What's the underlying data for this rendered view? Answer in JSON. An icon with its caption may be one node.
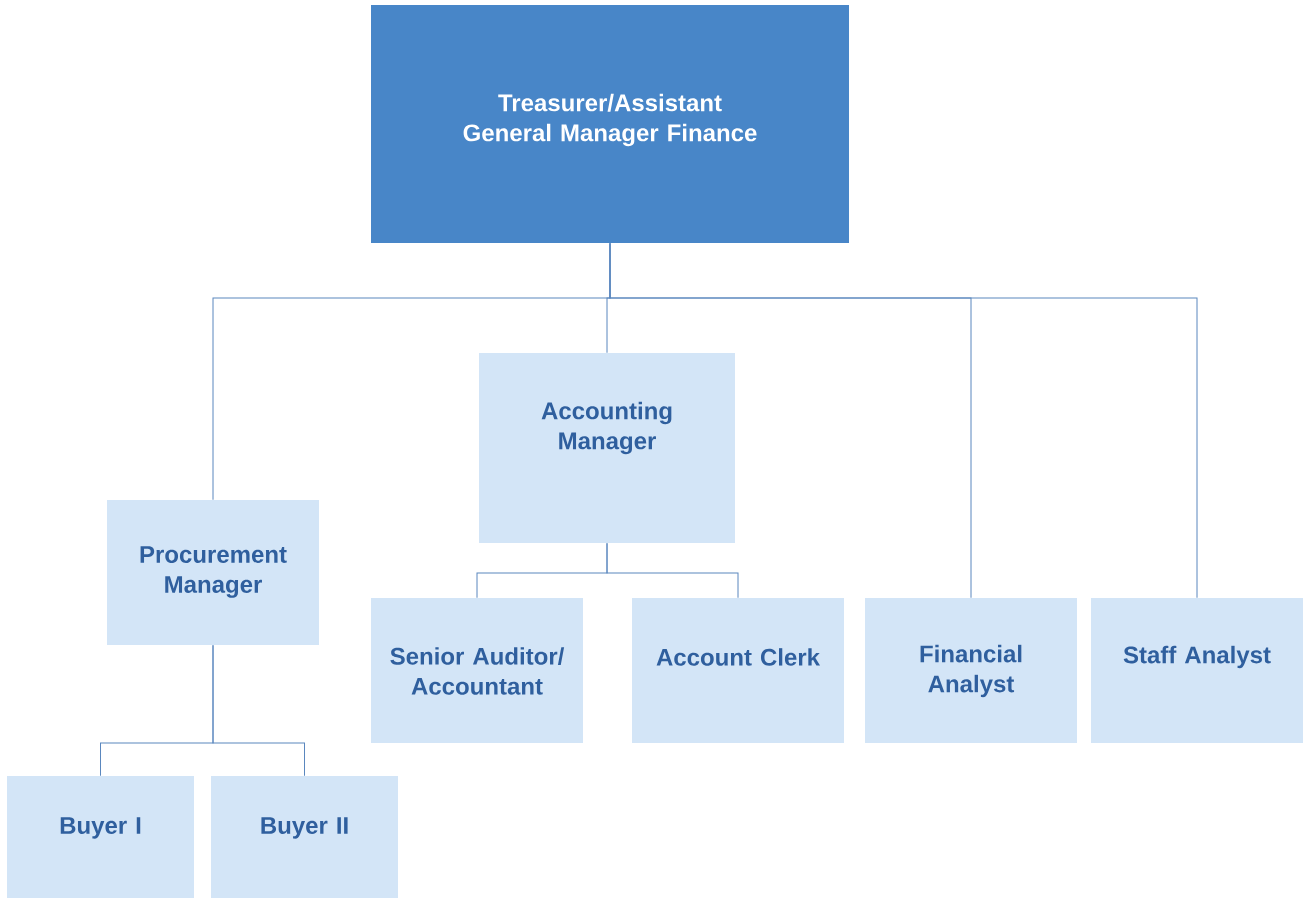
{
  "diagram": {
    "nodes": [
      {
        "text": [
          "Treasurer/Assistant General Manager Finance"
        ]
      },
      {
        "text": [
          "Accounting Manager"
        ]
      },
      {
        "text": [
          "Procurement Manager"
        ]
      },
      {
        "text": [
          "Senior Auditor/ Accountant"
        ]
      },
      {
        "text": [
          "Account Clerk"
        ]
      },
      {
        "text": [
          "Financial Analyst"
        ]
      },
      {
        "text": [
          "Staff Analyst"
        ]
      },
      {
        "text": [
          "Buyer I"
        ]
      },
      {
        "text": [
          "Buyer II"
        ]
      }
    ],
    "edges": [
      {
        "from": 0,
        "to": 2,
        "arrow": "none"
      },
      {
        "from": 0,
        "to": 1,
        "arrow": "none"
      },
      {
        "from": 0,
        "to": 5,
        "arrow": "none"
      },
      {
        "from": 0,
        "to": 6,
        "arrow": "none"
      },
      {
        "from": 1,
        "to": 3,
        "arrow": "none"
      },
      {
        "from": 1,
        "to": 4,
        "arrow": "none"
      },
      {
        "from": 2,
        "to": 7,
        "arrow": "none"
      },
      {
        "from": 2,
        "to": 8,
        "arrow": "none"
      }
    ]
  }
}
